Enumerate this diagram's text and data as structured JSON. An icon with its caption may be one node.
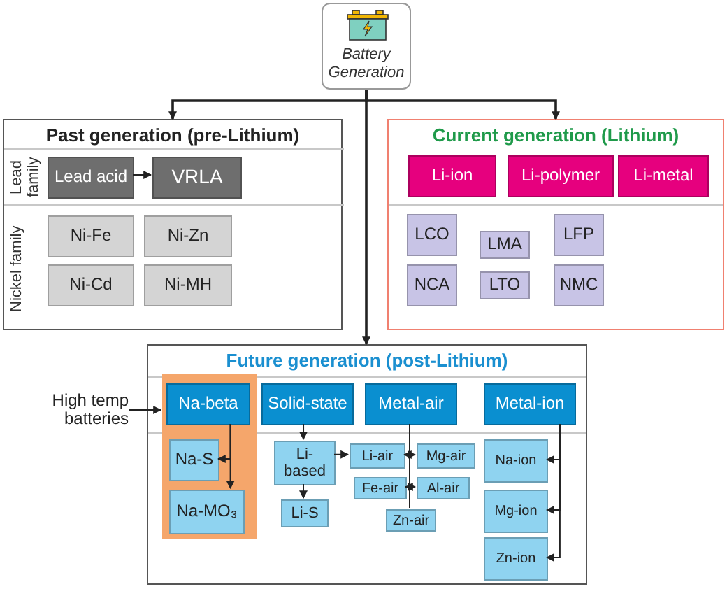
{
  "diagram": {
    "nodes": [
      {
        "text": [
          "Battery Generation"
        ]
      },
      {
        "text": [
          "Past generation (pre-Lithium)"
        ]
      },
      {
        "text": [
          "Lead family"
        ],
        "in": 1
      },
      {
        "text": [
          "Lead acid"
        ],
        "in": 2
      },
      {
        "text": [
          "VRLA"
        ],
        "in": 2
      },
      {
        "text": [
          "Nickel family"
        ],
        "in": 1
      },
      {
        "text": [
          "Ni-Fe"
        ],
        "in": 5
      },
      {
        "text": [
          "Ni-Zn"
        ],
        "in": 5
      },
      {
        "text": [
          "Ni-Cd"
        ],
        "in": 5
      },
      {
        "text": [
          "Ni-MH"
        ],
        "in": 5
      },
      {
        "text": [
          "Current generation (Lithium)"
        ]
      },
      {
        "text": [
          "Li-ion"
        ],
        "in": 10
      },
      {
        "text": [
          "Li-polymer"
        ],
        "in": 10
      },
      {
        "text": [
          "Li-metal"
        ],
        "in": 10
      },
      {
        "text": [
          "LCO"
        ],
        "in": 10
      },
      {
        "text": [
          "LMA"
        ],
        "in": 10
      },
      {
        "text": [
          "LFP"
        ],
        "in": 10
      },
      {
        "text": [
          "NCA"
        ],
        "in": 10
      },
      {
        "text": [
          "LTO"
        ],
        "in": 10
      },
      {
        "text": [
          "NMC"
        ],
        "in": 10
      },
      {
        "text": [
          "Future generation (post-Lithium)"
        ]
      },
      {
        "text": [
          "High temp batteries"
        ]
      },
      {
        "text": [],
        "shape": "box",
        "in": 20
      },
      {
        "text": [
          "Na-beta"
        ],
        "in": 22
      },
      {
        "text": [
          "Na-S"
        ],
        "in": 22
      },
      {
        "text": [
          "Na-MO₃"
        ],
        "in": 22
      },
      {
        "text": [
          "Solid-state"
        ],
        "in": 20
      },
      {
        "text": [
          "Li-based"
        ],
        "in": 20
      },
      {
        "text": [
          "Li-S"
        ],
        "in": 20
      },
      {
        "text": [
          "Metal-air"
        ],
        "in": 20
      },
      {
        "text": [
          "Li-air"
        ],
        "in": 20
      },
      {
        "text": [
          "Mg-air"
        ],
        "in": 20
      },
      {
        "text": [
          "Fe-air"
        ],
        "in": 20
      },
      {
        "text": [
          "Al-air"
        ],
        "in": 20
      },
      {
        "text": [
          "Zn-air"
        ],
        "in": 20
      },
      {
        "text": [
          "Metal-ion"
        ],
        "in": 20
      },
      {
        "text": [
          "Na-ion"
        ],
        "in": 20
      },
      {
        "text": [
          "Mg-ion"
        ],
        "in": 20
      },
      {
        "text": [
          "Zn-ion"
        ],
        "in": 20
      }
    ],
    "edges": [
      {
        "from": 0,
        "to": 1,
        "arrow": "to"
      },
      {
        "from": 0,
        "to": 10,
        "arrow": "to"
      },
      {
        "from": 0,
        "to": 20,
        "arrow": "to"
      },
      {
        "from": 3,
        "to": 4,
        "arrow": "to"
      },
      {
        "from": 21,
        "to": 22,
        "arrow": "to"
      },
      {
        "from": 23,
        "to": 24,
        "arrow": "to"
      },
      {
        "from": 23,
        "to": 25,
        "arrow": "to"
      },
      {
        "from": 26,
        "to": 27,
        "arrow": "to"
      },
      {
        "from": 27,
        "to": 28,
        "arrow": "to"
      },
      {
        "from": 27,
        "to": 30,
        "arrow": "to"
      },
      {
        "from": 29,
        "to": 30,
        "arrow": "to"
      },
      {
        "from": 29,
        "to": 31,
        "arrow": "to"
      },
      {
        "from": 29,
        "to": 32,
        "arrow": "to"
      },
      {
        "from": 29,
        "to": 33,
        "arrow": "to"
      },
      {
        "from": 29,
        "to": 34,
        "arrow": "none"
      },
      {
        "from": 35,
        "to": 36,
        "arrow": "to"
      },
      {
        "from": 35,
        "to": 37,
        "arrow": "to"
      },
      {
        "from": 35,
        "to": 38,
        "arrow": "to"
      }
    ]
  }
}
